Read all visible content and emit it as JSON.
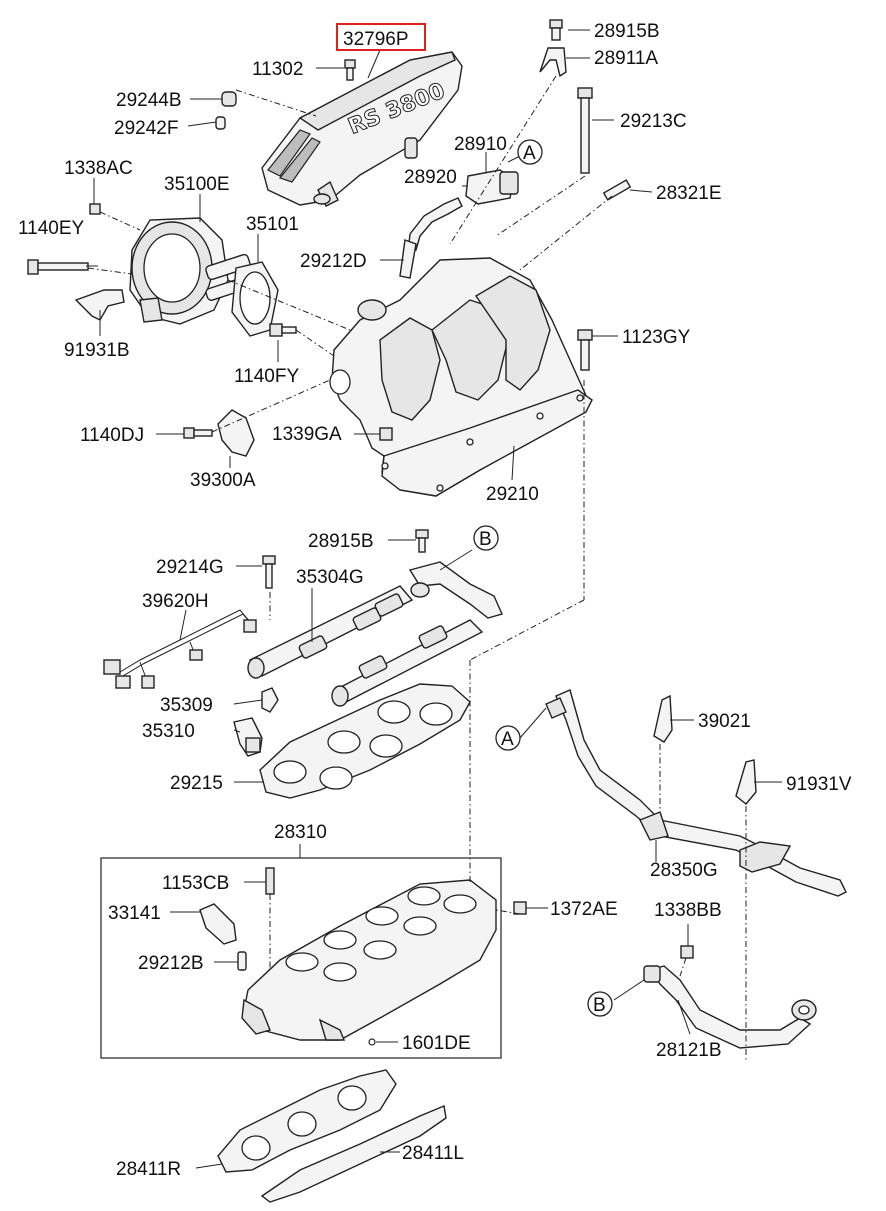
{
  "highlighted_part": "32796P",
  "labels": {
    "p32796P": "32796P",
    "p11302": "11302",
    "p29244B": "29244B",
    "p29242F": "29242F",
    "p28915B_top": "28915B",
    "p28911A": "28911A",
    "p29213C": "29213C",
    "p28910": "28910",
    "p28920": "28920",
    "p28321E": "28321E",
    "p1338AC": "1338AC",
    "p35100E": "35100E",
    "p35101": "35101",
    "p1140EY": "1140EY",
    "p29212D": "29212D",
    "p91931B": "91931B",
    "p1140FY": "1140FY",
    "p1123GY": "1123GY",
    "p1140DJ": "1140DJ",
    "p1339GA": "1339GA",
    "p39300A": "39300A",
    "p29210": "29210",
    "p28915B_mid": "28915B",
    "p29214G": "29214G",
    "p35304G": "35304G",
    "p39620H": "39620H",
    "p35309": "35309",
    "p35310": "35310",
    "p29215": "29215",
    "p39021": "39021",
    "p91931V": "91931V",
    "p28350G": "28350G",
    "p28310": "28310",
    "p1153CB": "1153CB",
    "p33141": "33141",
    "p1372AE": "1372AE",
    "p29212B": "29212B",
    "p1338BB": "1338BB",
    "p1601DE": "1601DE",
    "p28121B": "28121B",
    "p28411R": "28411R",
    "p28411L": "28411L"
  },
  "callouts": {
    "a_top": "A",
    "a_pipe": "A",
    "b_rail": "B",
    "b_lower": "B"
  },
  "cover_text": "RS 3800",
  "colors": {
    "highlight_box": "#e0201c",
    "line": "#222222"
  }
}
